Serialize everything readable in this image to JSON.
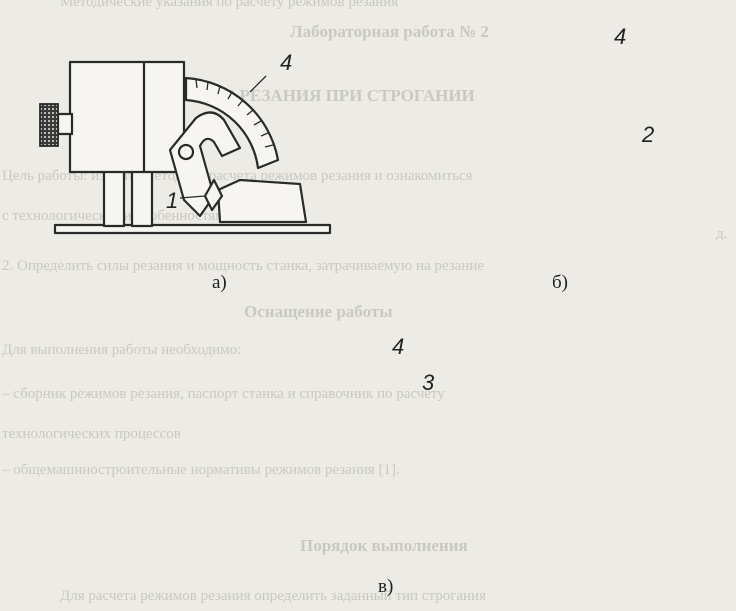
{
  "background_text": {
    "top_line": "Методические указания по расчету режимов резания",
    "lab_title": "Лабораторная работа № 2",
    "section_title": "РАСЧЕТ РЕЖИМОВ РЕЗАНИЯ ПРИ СТРОГАНИИ",
    "goal_line_1": "Цель работы: изучить методику расчета режимов резания и ознакомиться",
    "goal_line_2": "с технологическими особенностями строгания",
    "right_fragment": "д.",
    "task_line": "2. Определить силы резания и мощность станка, затрачиваемую на резание",
    "equipment_heading": "Оснащение работы",
    "equipment_intro": "Для выполнения работы необходимо:",
    "equipment_item_1": "– сборник режимов резания, паспорт станка и справочник по расчету",
    "equipment_item_2": "технологических процессов",
    "equipment_item_3": "– общемашиностроительные нормативы режимов резания [1].",
    "procedure_heading": "Порядок выполнения",
    "bottom_line": "Для расчета режимов резания определить заданный тип строгания"
  },
  "figures": {
    "a": {
      "caption": "а)",
      "callouts": [
        "4",
        "1"
      ]
    },
    "b": {
      "caption": "б)",
      "callouts": [
        "4",
        "2"
      ]
    },
    "c": {
      "caption": "в)",
      "callouts": [
        "4",
        "3"
      ]
    }
  },
  "colors": {
    "paper": "#ecebe6",
    "ink": "#2a2a2a",
    "faded_text": "#c9c8c2"
  }
}
